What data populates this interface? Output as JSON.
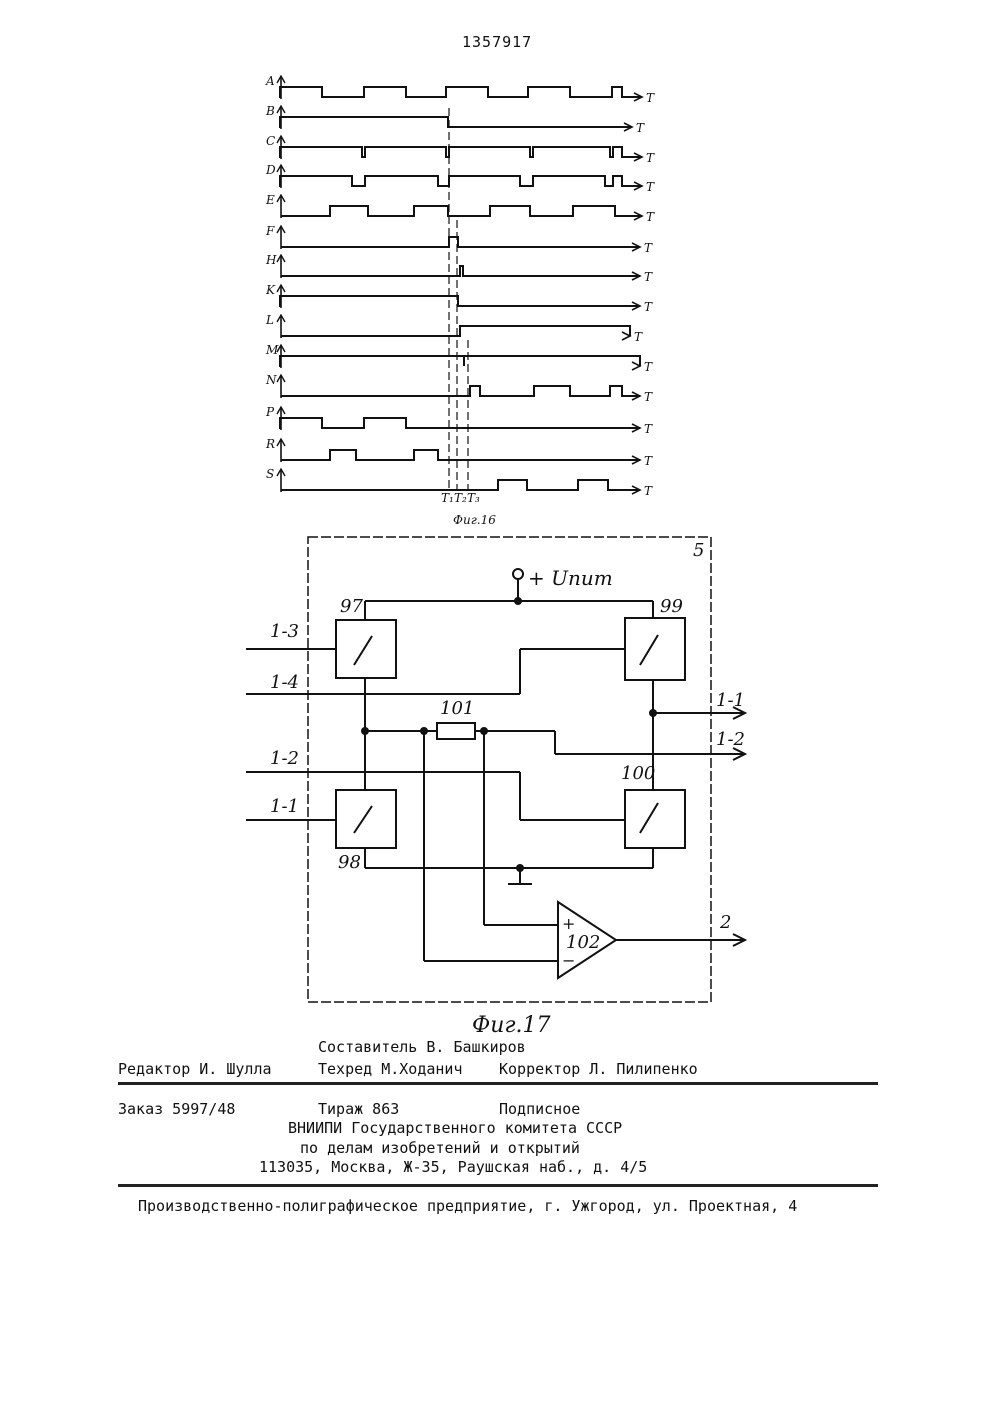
{
  "page_number": "1357917",
  "timing": {
    "signal_labels": [
      "A",
      "B",
      "C",
      "D",
      "E",
      "F",
      "H",
      "K",
      "L",
      "M",
      "N",
      "P",
      "R",
      "S"
    ],
    "axis_label": "T",
    "markers": [
      "T₁",
      "T₂",
      "T₃"
    ],
    "caption": "Фиг.16"
  },
  "circuit": {
    "block_number": "5",
    "supply_label": "+ Uпит",
    "switches": [
      "97",
      "98",
      "99",
      "100"
    ],
    "resistor": "101",
    "comparator": "102",
    "comparator_plus": "+",
    "comparator_minus": "−",
    "inputs": [
      "1-3",
      "1-4",
      "1-2",
      "1-1"
    ],
    "outputs": [
      "1-1",
      "1-2",
      "2"
    ],
    "caption": "Фиг.17"
  },
  "colophon": {
    "compiler": "Составитель В. Башкиров",
    "editor": "Редактор И. Шулла",
    "techred": "Техред М.Ходанич",
    "corrector": "Корректор Л. Пилипенко",
    "order": "Заказ 5997/48",
    "circulation": "Тираж 863",
    "subscription": "Подписное",
    "org_line1": "ВНИИПИ Государственного комитета СССР",
    "org_line2": "по делам изобретений и открытий",
    "address": "113035, Москва, Ж-35, Раушская наб., д. 4/5",
    "printer": "Производственно-полиграфическое предприятие, г. Ужгород, ул. Проектная, 4"
  }
}
